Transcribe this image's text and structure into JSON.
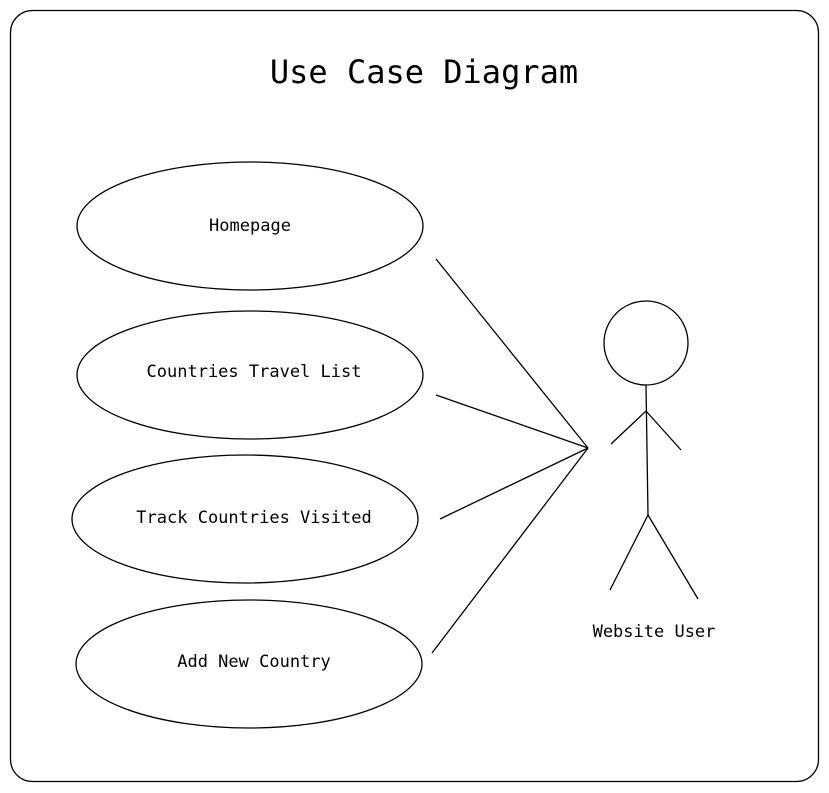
{
  "diagram": {
    "title": "Use Case Diagram",
    "use_cases": [
      {
        "label": "Homepage"
      },
      {
        "label": "Countries Travel List"
      },
      {
        "label": "Track Countries Visited"
      },
      {
        "label": "Add New Country"
      }
    ],
    "actor": {
      "label": "Website User"
    }
  }
}
